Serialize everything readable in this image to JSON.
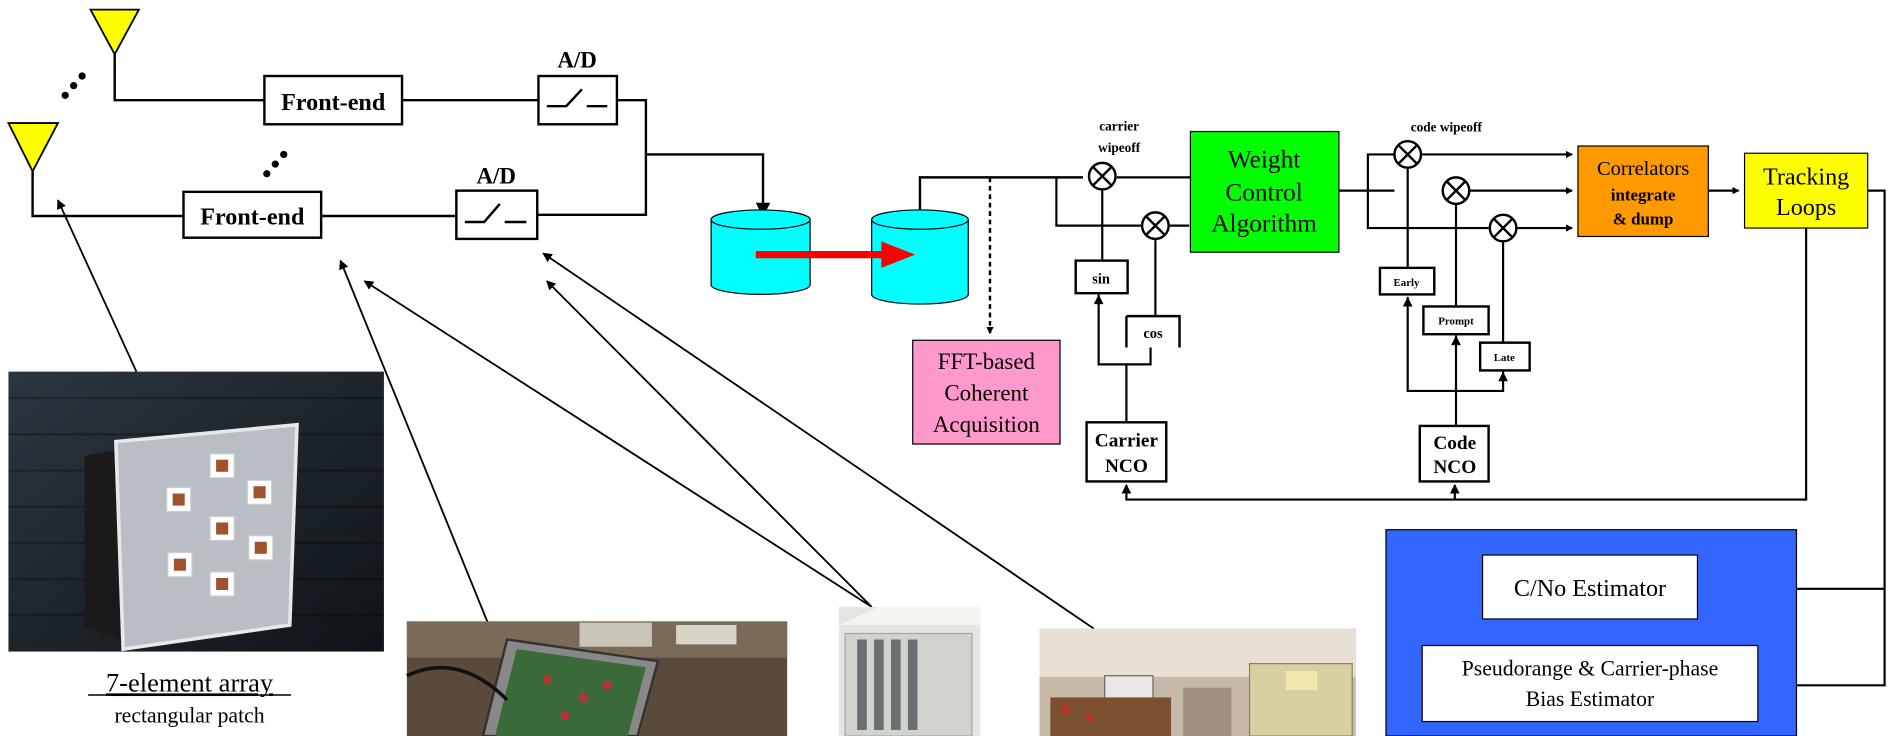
{
  "frontend_top": "Front-end",
  "frontend_bottom": "Front-end",
  "ad_top": "A/D",
  "ad_bottom": "A/D",
  "fft_block": [
    "FFT-based",
    "Coherent",
    "Acquisition"
  ],
  "carrier_wipeoff": [
    "carrier",
    "wipeoff"
  ],
  "sin_label": "sin",
  "cos_label": "cos",
  "carrier_nco": [
    "Carrier",
    "NCO"
  ],
  "weight_block": [
    "Weight",
    "Control",
    "Algorithm"
  ],
  "code_wipeoff": "code wipeoff",
  "early_label": "Early",
  "prompt_label": "Prompt",
  "late_label": "Late",
  "code_nco": [
    "Code",
    "NCO"
  ],
  "correlators_block": [
    "Correlators",
    "integrate",
    "& dump"
  ],
  "tracking_block": [
    "Tracking",
    "Loops"
  ],
  "cno_estimator": "C/No Estimator",
  "bias_estimator": [
    "Pseudorange & Carrier-phase",
    "Bias Estimator"
  ],
  "array_caption": "7-element array",
  "array_subcaption": "rectangular patch",
  "colors": {
    "antenna": "#ffff00",
    "buffer": "#00ffff",
    "transfer_arrow": "#ff0000",
    "fft": "#ff99cc",
    "weight": "#00ff00",
    "correlators": "#ff9900",
    "tracking": "#ffff00",
    "estimator_panel": "#3366ff"
  }
}
